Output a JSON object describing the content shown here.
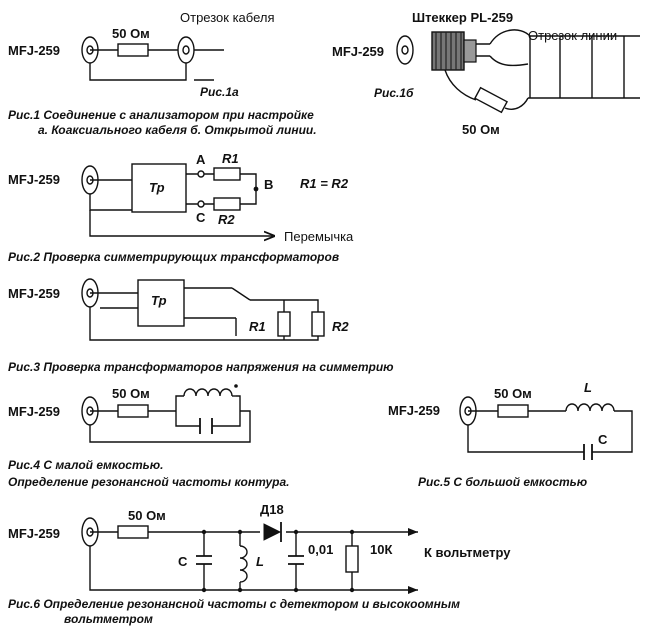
{
  "fig1": {
    "analyzer_a": "MFJ-259",
    "resistor_a": "50 Ом",
    "cable_label": "Отрезок кабеля",
    "sublabel_a": "Рис.1а",
    "connector_label": "Штеккер PL-259",
    "analyzer_b": "MFJ-259",
    "line_label": "Отрезок линии",
    "sublabel_b": "Рис.1б",
    "resistor_b": "50 Ом",
    "caption_line1": "Рис.1 Соединение с анализатором при настройке",
    "caption_line2": "а. Коаксиального кабеля  б. Открытой линии."
  },
  "fig2": {
    "analyzer": "MFJ-259",
    "transformer": "Тр",
    "point_a": "А",
    "point_b": "В",
    "point_c": "С",
    "r1": "R1",
    "r2": "R2",
    "equation": "R1 = R2",
    "jumper_label": "Перемычка",
    "caption": "Рис.2 Проверка симметрирующих трансформаторов"
  },
  "fig3": {
    "analyzer": "MFJ-259",
    "transformer": "Тр",
    "r1": "R1",
    "r2": "R2",
    "caption": "Рис.3 Проверка трансформаторов напряжения на симметрию"
  },
  "fig4": {
    "analyzer": "MFJ-259",
    "resistor": "50 Ом",
    "caption_line1": "Рис.4 С малой емкостью.",
    "caption_line2": "Определение резонансной частоты контура."
  },
  "fig5": {
    "analyzer": "MFJ-259",
    "resistor": "50 Ом",
    "inductor": "L",
    "capacitor": "C",
    "caption": "Рис.5 С большой емкостью"
  },
  "fig6": {
    "analyzer": "MFJ-259",
    "resistor": "50 Ом",
    "diode": "Д18",
    "capacitor": "C",
    "inductor": "L",
    "cap_value": "0,01",
    "res_value": "10К",
    "voltmeter_label": "К вольтметру",
    "caption_line1": "Рис.6 Определение резонансной частоты с детектором и высокоомным",
    "caption_line2": "вольтметром"
  }
}
